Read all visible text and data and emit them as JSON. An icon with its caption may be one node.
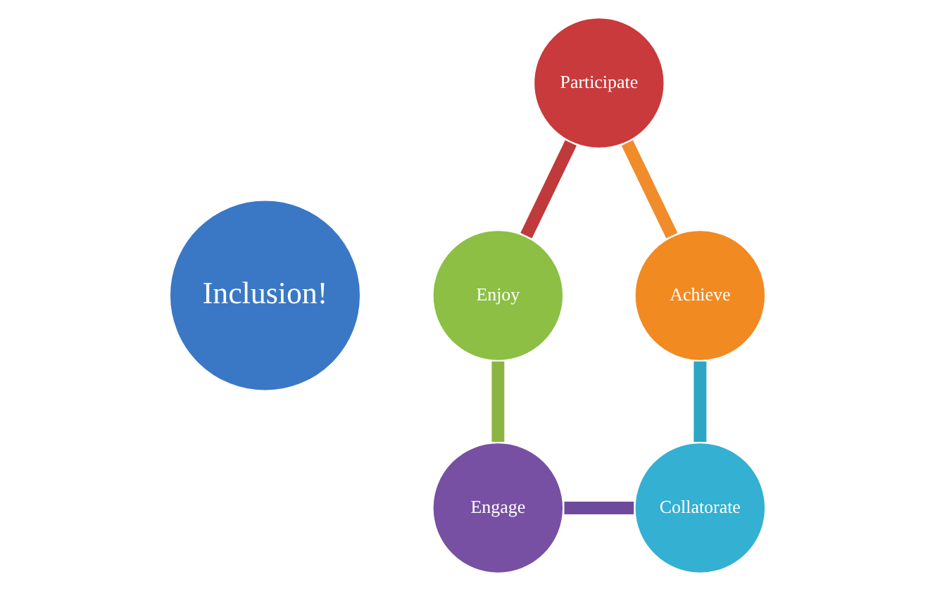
{
  "diagram": {
    "nodes": [
      {
        "text": [
          "Inclusion!"
        ]
      },
      {
        "text": [
          "Participate"
        ]
      },
      {
        "text": [
          "Enjoy"
        ]
      },
      {
        "text": [
          "Engage"
        ]
      },
      {
        "text": [
          "Collatorate"
        ]
      },
      {
        "text": [
          "Achieve"
        ]
      }
    ],
    "edges": [
      {
        "from": 1,
        "to": 2,
        "arrow": "none",
        "color": "#c0393b"
      },
      {
        "from": 2,
        "to": 3,
        "arrow": "none",
        "color": "#8db443"
      },
      {
        "from": 3,
        "to": 4,
        "arrow": "none",
        "color": "#6e4a9c"
      },
      {
        "from": 4,
        "to": 5,
        "arrow": "none",
        "color": "#2ca6c4"
      },
      {
        "from": 5,
        "to": 1,
        "arrow": "none",
        "color": "#f08c2a"
      }
    ]
  }
}
